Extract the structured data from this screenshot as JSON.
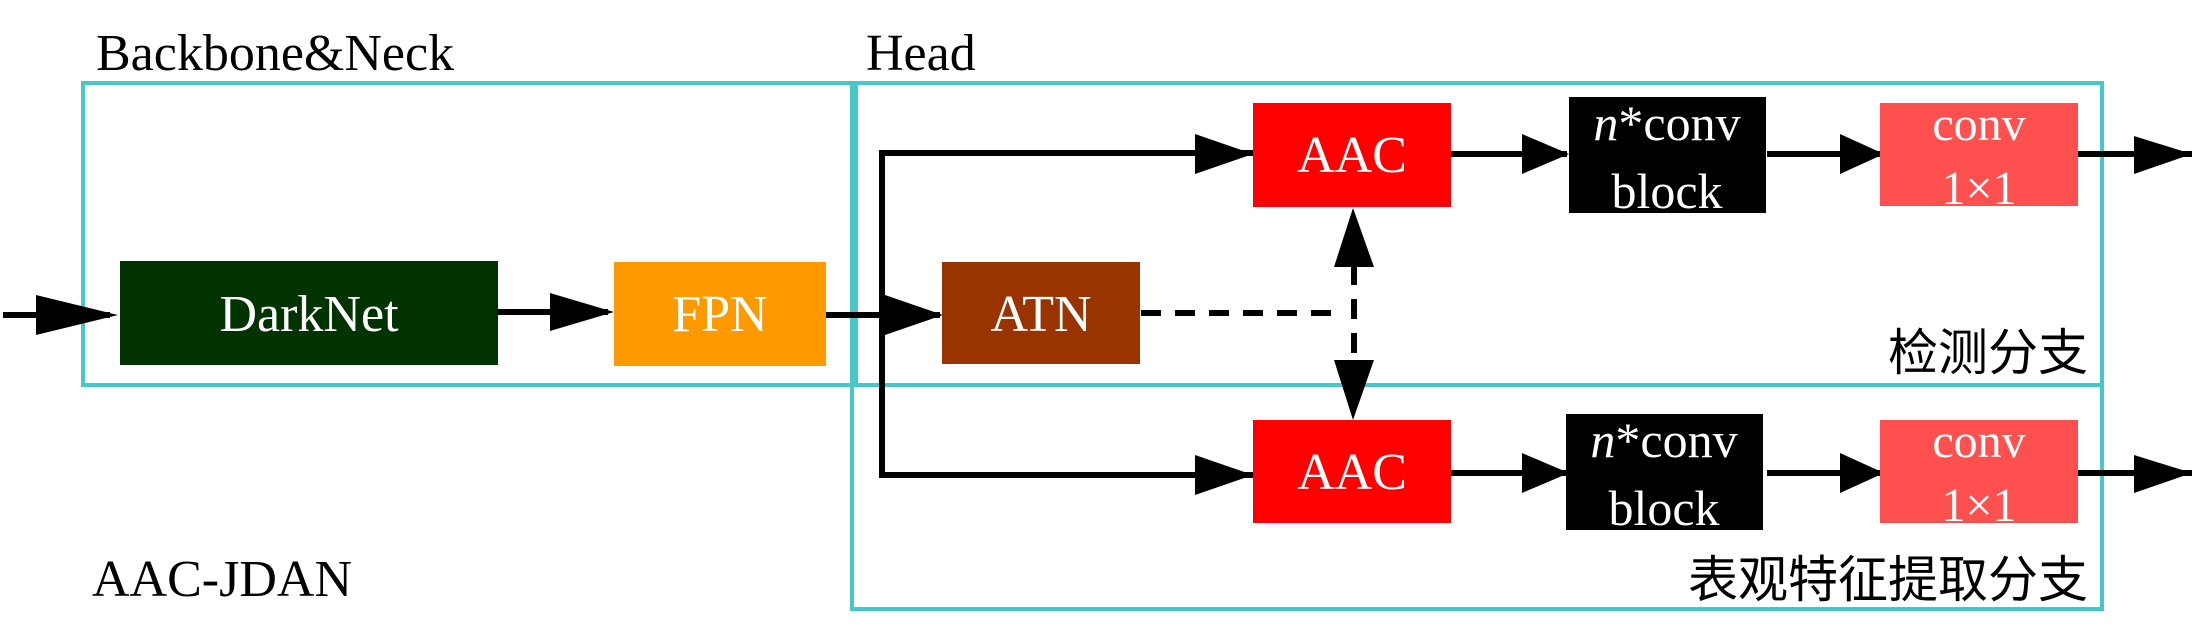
{
  "colors": {
    "frame": "#47C7C8",
    "arrow": "#000000",
    "darknet": "#013300",
    "fpn": "#FF9900",
    "atn": "#993300",
    "aac": "#FF0000",
    "conv_block": "#000000",
    "conv1x1": "#FF5050",
    "box_text": "#FFFFFF",
    "label_text": "#000000"
  },
  "labels": {
    "backbone_neck": "Backbone&Neck",
    "head": "Head",
    "model_name": "AAC-JDAN",
    "detection_branch": "检测分支",
    "appearance_branch": "表观特征提取分支"
  },
  "blocks": {
    "darknet": "DarkNet",
    "fpn": "FPN",
    "atn": "ATN",
    "aac_top": "AAC",
    "aac_bottom": "AAC",
    "conv_block_top": {
      "prefix": "n",
      "line1": "*conv",
      "line2": "block"
    },
    "conv_block_bottom": {
      "prefix": "n",
      "line1": "*conv",
      "line2": "block"
    },
    "conv1x1_top": {
      "line1": "conv",
      "line2": "1×1"
    },
    "conv1x1_bottom": {
      "line1": "conv",
      "line2": "1×1"
    }
  }
}
